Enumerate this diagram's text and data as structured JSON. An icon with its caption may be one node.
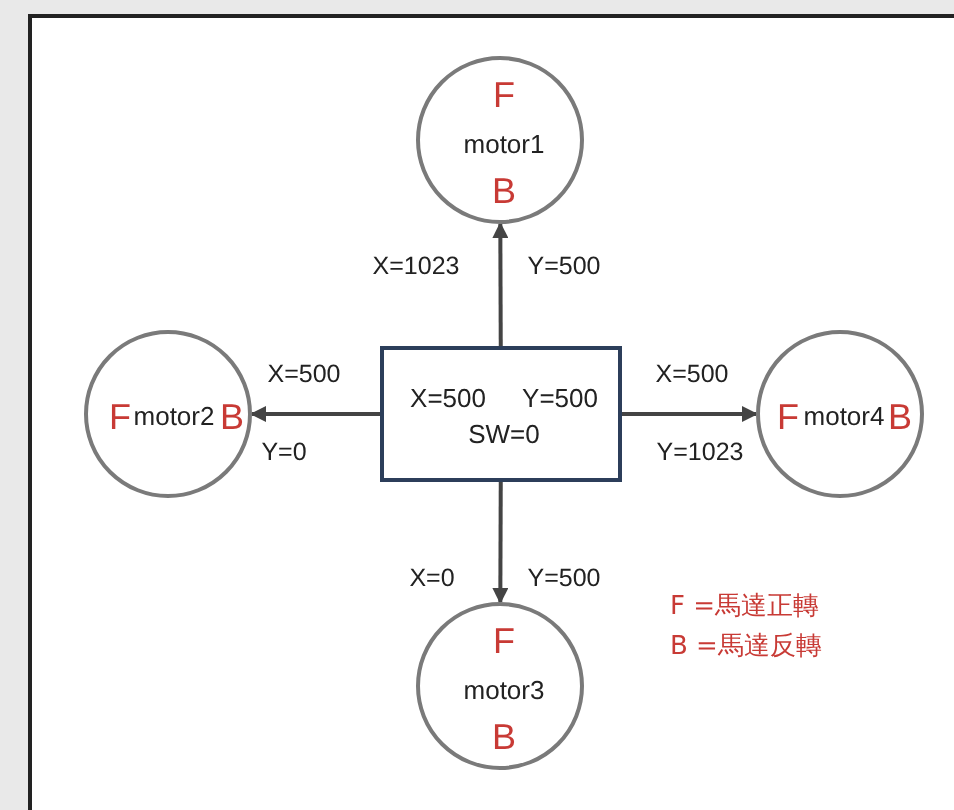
{
  "diagram": {
    "nodes": [
      {
        "text": [
          "F",
          "motor1",
          "B"
        ]
      },
      {
        "text": [
          "F",
          "motor2",
          "B"
        ]
      },
      {
        "text": [
          "X=500",
          "Y=500",
          "SW=0"
        ]
      },
      {
        "text": [
          "F",
          "motor4",
          "B"
        ]
      },
      {
        "text": [
          "F",
          "motor3",
          "B"
        ]
      }
    ],
    "edges": [
      {
        "from": 2,
        "to": 0,
        "arrow": "to"
      },
      {
        "from": 2,
        "to": 1,
        "arrow": "to"
      },
      {
        "from": 2,
        "to": 3,
        "arrow": "to"
      },
      {
        "from": 2,
        "to": 4,
        "arrow": "to"
      }
    ],
    "labels": [
      "X=1023",
      "Y=500",
      "X=500",
      "Y=0",
      "X=500",
      "Y=1023",
      "X=0",
      "Y=500",
      "F =馬達正轉",
      "B =馬達反轉"
    ]
  }
}
